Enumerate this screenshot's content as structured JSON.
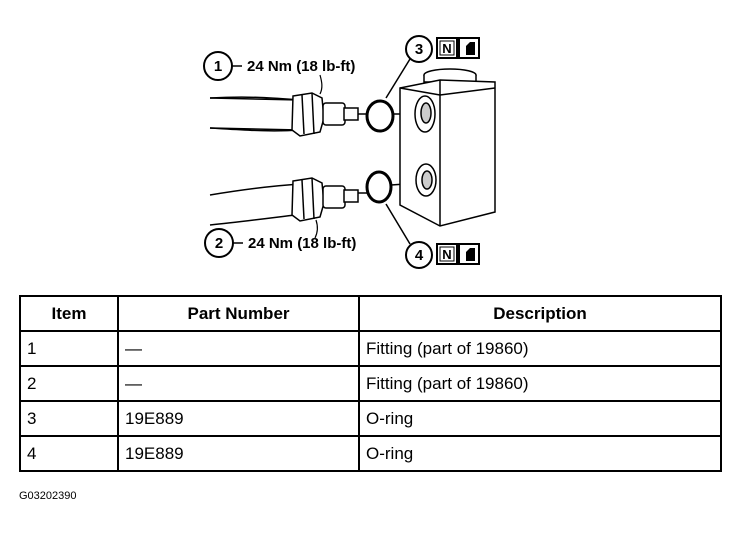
{
  "callouts": [
    {
      "number": "1",
      "label": "24 Nm (18 lb-ft)"
    },
    {
      "number": "2",
      "label": "24 Nm (18 lb-ft)"
    },
    {
      "number": "3",
      "label": ""
    },
    {
      "number": "4",
      "label": ""
    }
  ],
  "symbols": {
    "new_part": "N",
    "lubricate_icon": "lubricant-can-icon"
  },
  "table": {
    "headers": [
      "Item",
      "Part Number",
      "Description"
    ],
    "rows": [
      [
        "1",
        "—",
        "Fitting (part of 19860)"
      ],
      [
        "2",
        "—",
        "Fitting (part of 19860)"
      ],
      [
        "3",
        "19E889",
        "O-ring"
      ],
      [
        "4",
        "19E889",
        "O-ring"
      ]
    ]
  },
  "figure_id": "G03202390"
}
